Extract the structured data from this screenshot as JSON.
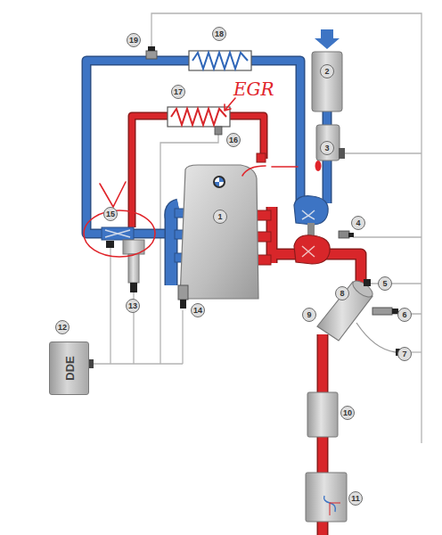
{
  "diagram": {
    "nodes": [
      {
        "text": [
          "DDE"
        ]
      }
    ],
    "labels": [
      "19",
      "18",
      "2",
      "17",
      "EGR",
      "16",
      "3",
      "1",
      "15",
      "4",
      "5",
      "8",
      "6",
      "9",
      "7",
      "13",
      "14",
      "12",
      "10",
      "11"
    ]
  }
}
